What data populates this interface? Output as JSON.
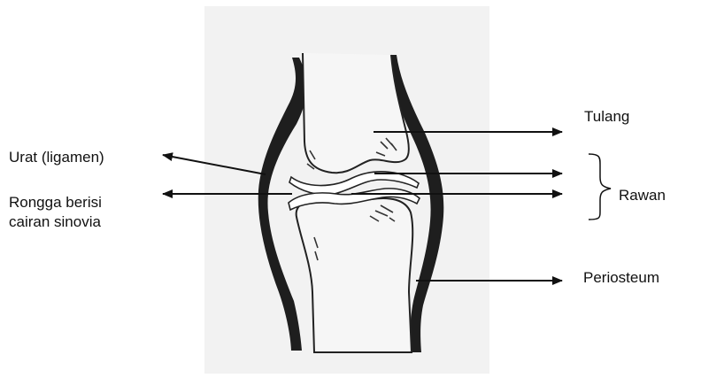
{
  "labels": {
    "tulang": "Tulang",
    "urat": "Urat (ligamen)",
    "rongga_line1": "Rongga berisi",
    "rongga_line2": "cairan sinovia",
    "rawan": "Rawan",
    "periosteum": "Periosteum"
  },
  "colors": {
    "paper": "#f2f2f2",
    "ink": "#111111"
  }
}
